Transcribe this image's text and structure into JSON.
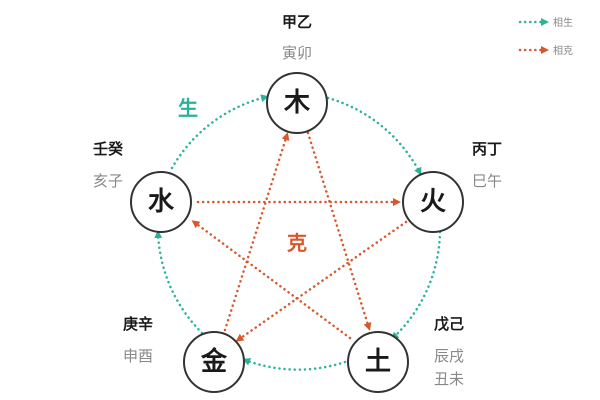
{
  "legend": {
    "sheng_label": "相生",
    "ke_label": "相克"
  },
  "labels": {
    "sheng": "生",
    "ke": "克"
  },
  "colors": {
    "sheng": "#2bb39a",
    "ke": "#d9572b",
    "node_border": "#333333",
    "stem_text": "#1a1a1a",
    "branch_text": "#888888"
  },
  "elements": [
    {
      "id": "wood",
      "char": "木",
      "stems": "甲乙",
      "branches": [
        "寅卯"
      ]
    },
    {
      "id": "fire",
      "char": "火",
      "stems": "丙丁",
      "branches": [
        "巳午"
      ]
    },
    {
      "id": "earth",
      "char": "土",
      "stems": "戊己",
      "branches": [
        "辰戌",
        "丑未"
      ]
    },
    {
      "id": "metal",
      "char": "金",
      "stems": "庚辛",
      "branches": [
        "申酉"
      ]
    },
    {
      "id": "water",
      "char": "水",
      "stems": "壬癸",
      "branches": [
        "亥子"
      ]
    }
  ],
  "sheng_cycle": [
    [
      "wood",
      "fire"
    ],
    [
      "fire",
      "earth"
    ],
    [
      "earth",
      "metal"
    ],
    [
      "metal",
      "water"
    ],
    [
      "water",
      "wood"
    ]
  ],
  "ke_cycle": [
    [
      "wood",
      "earth"
    ],
    [
      "earth",
      "water"
    ],
    [
      "water",
      "fire"
    ],
    [
      "fire",
      "metal"
    ],
    [
      "metal",
      "wood"
    ]
  ]
}
